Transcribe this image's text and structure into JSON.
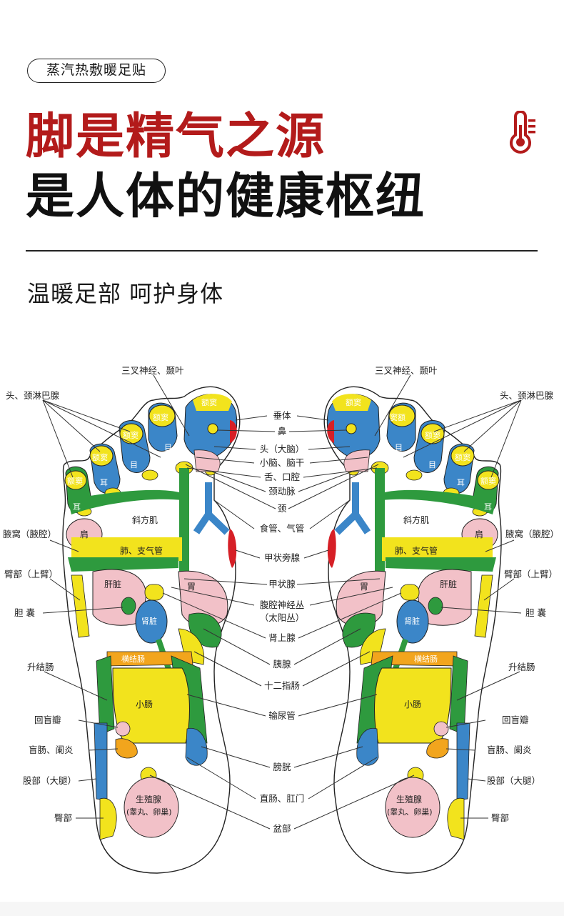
{
  "header": {
    "tag": "蒸汽热敷暖足贴",
    "title_line1": "脚是精气之源",
    "title_line2": "是人体的健康枢纽",
    "subtitle": "温暖足部 呵护身体",
    "icon": "thermometer-icon"
  },
  "colors": {
    "accent_red": "#b31b1b",
    "zone_blue": "#3b86c8",
    "zone_yellow": "#f2e31d",
    "zone_green": "#2e9a3e",
    "zone_pink": "#f2c1c8",
    "zone_red": "#d61f26",
    "zone_orange": "#f2a51d"
  },
  "diagram": {
    "center_labels": [
      "垂体",
      "鼻",
      "头（大脑）",
      "小脑、脑干",
      "舌、口腔",
      "颈动脉",
      "颈",
      "食管、气管",
      "甲状旁腺",
      "甲状腺",
      "腹腔神经丛",
      "（太阳丛）",
      "肾上腺",
      "胰腺",
      "十二指肠",
      "输尿管",
      "膀胱",
      "直肠、肛门",
      "盆部"
    ],
    "outer_labels_left": [
      "三叉神经、颞叶",
      "头、颈淋巴腺",
      "腋窝（腋腔）",
      "臂部（上臂）",
      "胆 囊",
      "升结肠",
      "回盲瓣",
      "盲肠、阑炎",
      "股部（大腿）",
      "臀部"
    ],
    "outer_labels_right": [
      "三叉神经、颞叶",
      "头、颈淋巴腺",
      "腋窝（腋腔）",
      "臂部（上臂）",
      "胆 囊",
      "升结肠",
      "回盲瓣",
      "盲肠、阑炎",
      "股部（大腿）",
      "臀部"
    ],
    "zones": {
      "sinus": "额窦",
      "sinus_alt": "窦额",
      "eye": "目",
      "ear": "耳",
      "trapezius": "斜方肌",
      "shoulder": "肩",
      "lung": "肺、支气管",
      "liver": "肝脏",
      "stomach": "胃",
      "kidney": "肾脏",
      "transverse_colon": "横结肠",
      "small_intestine": "小肠",
      "gonad": "生殖腺",
      "gonad_sub": "(睾丸、卵巢)"
    }
  }
}
